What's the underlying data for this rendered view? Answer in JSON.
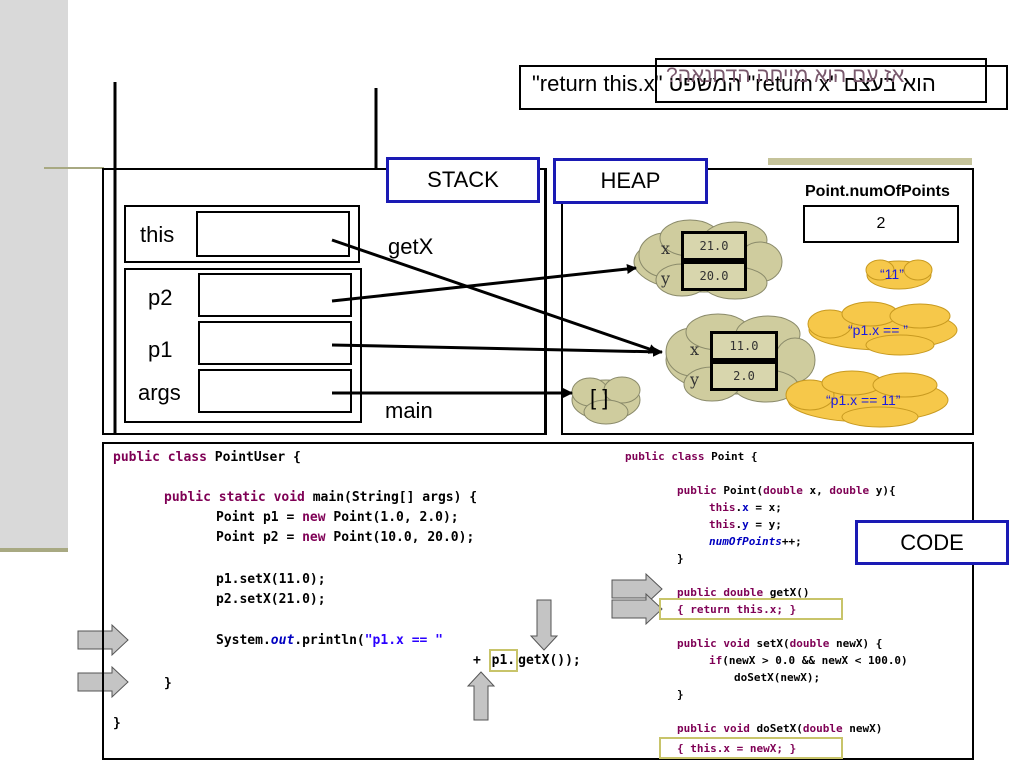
{
  "caption": {
    "text": "\"return this.x\" המשפט \"return x\" הוא בעצם",
    "overlay": "?אז עם הוא מייחה הדחנאה"
  },
  "stack": {
    "title": "STACK",
    "frames": [
      {
        "method": "getX",
        "vars": [
          "this"
        ]
      },
      {
        "method": "main",
        "vars": [
          "p2",
          "p1",
          "args"
        ]
      }
    ]
  },
  "heap": {
    "title": "HEAP",
    "static_field": {
      "name": "Point.numOfPoints",
      "value": "2"
    },
    "objects": [
      {
        "fields": [
          {
            "name": "x",
            "value": "21.0"
          },
          {
            "name": "y",
            "value": "20.0"
          }
        ]
      },
      {
        "fields": [
          {
            "name": "x",
            "value": "11.0"
          },
          {
            "name": "y",
            "value": "2.0"
          }
        ]
      }
    ],
    "array": "[ ]",
    "strings": [
      "“11”",
      "“p1.x == ”",
      "“p1.x == 11”"
    ]
  },
  "code": {
    "title": "CODE",
    "point_user": {
      "l1_kw": "public class",
      "l1_rest": " PointUser {",
      "l2_kw": "public static void",
      "l2_rest": " main(String[] args) {",
      "l3_a": "Point p1 = ",
      "l3_kw": "new",
      "l3_b": " Point(1.0, 2.0);",
      "l4_a": "Point p2 = ",
      "l4_kw": "new",
      "l4_b": " Point(10.0, 20.0);",
      "l5": "p1.setX(11.0);",
      "l6": "p2.setX(21.0);",
      "l7_a": "System.",
      "l7_out": "out",
      "l7_b": ".println(",
      "l7_str": "\"p1.x == \"",
      "l8_a": "+ ",
      "l8_box": "p1.",
      "l8_b": "getX());",
      "l9": "}",
      "l10": "}"
    },
    "point": {
      "c1_kw": "public class",
      "c1_rest": " Point {",
      "c2_kw": "public",
      "c2_a": " Point(",
      "c2_kw2": "double",
      "c2_b": " x, ",
      "c2_kw3": "double",
      "c2_c": " y){",
      "c3_kw": "this",
      "c3_f": "x",
      "c3_rest": " = x;",
      "c4_kw": "this",
      "c4_f": "y",
      "c4_rest": " = y;",
      "c5_it": "numOfPoints",
      "c5_rest": "++;",
      "c6": "}",
      "c7_kw": "public double",
      "c7_rest": " getX()",
      "c8": "{ return this.x; }",
      "c9_kw": "public void",
      "c9_a": " setX(",
      "c9_kw2": "double",
      "c9_b": " newX) {",
      "c10_kw": "if",
      "c10_rest": "(newX > 0.0 && newX < 100.0)",
      "c11": "doSetX(newX);",
      "c12": "}",
      "c13_kw": "public void",
      "c13_a": " doSetX(",
      "c13_kw2": "double",
      "c13_b": " newX)",
      "c14": "{ this.x = newX; }"
    }
  },
  "colors": {
    "tag_border": "#1a1ab4",
    "cloud_fill": "#cfcc9e",
    "string_cloud_fill": "#f6c84a",
    "string_text": "#1a1ae0",
    "highlight": "#c8c46a"
  }
}
